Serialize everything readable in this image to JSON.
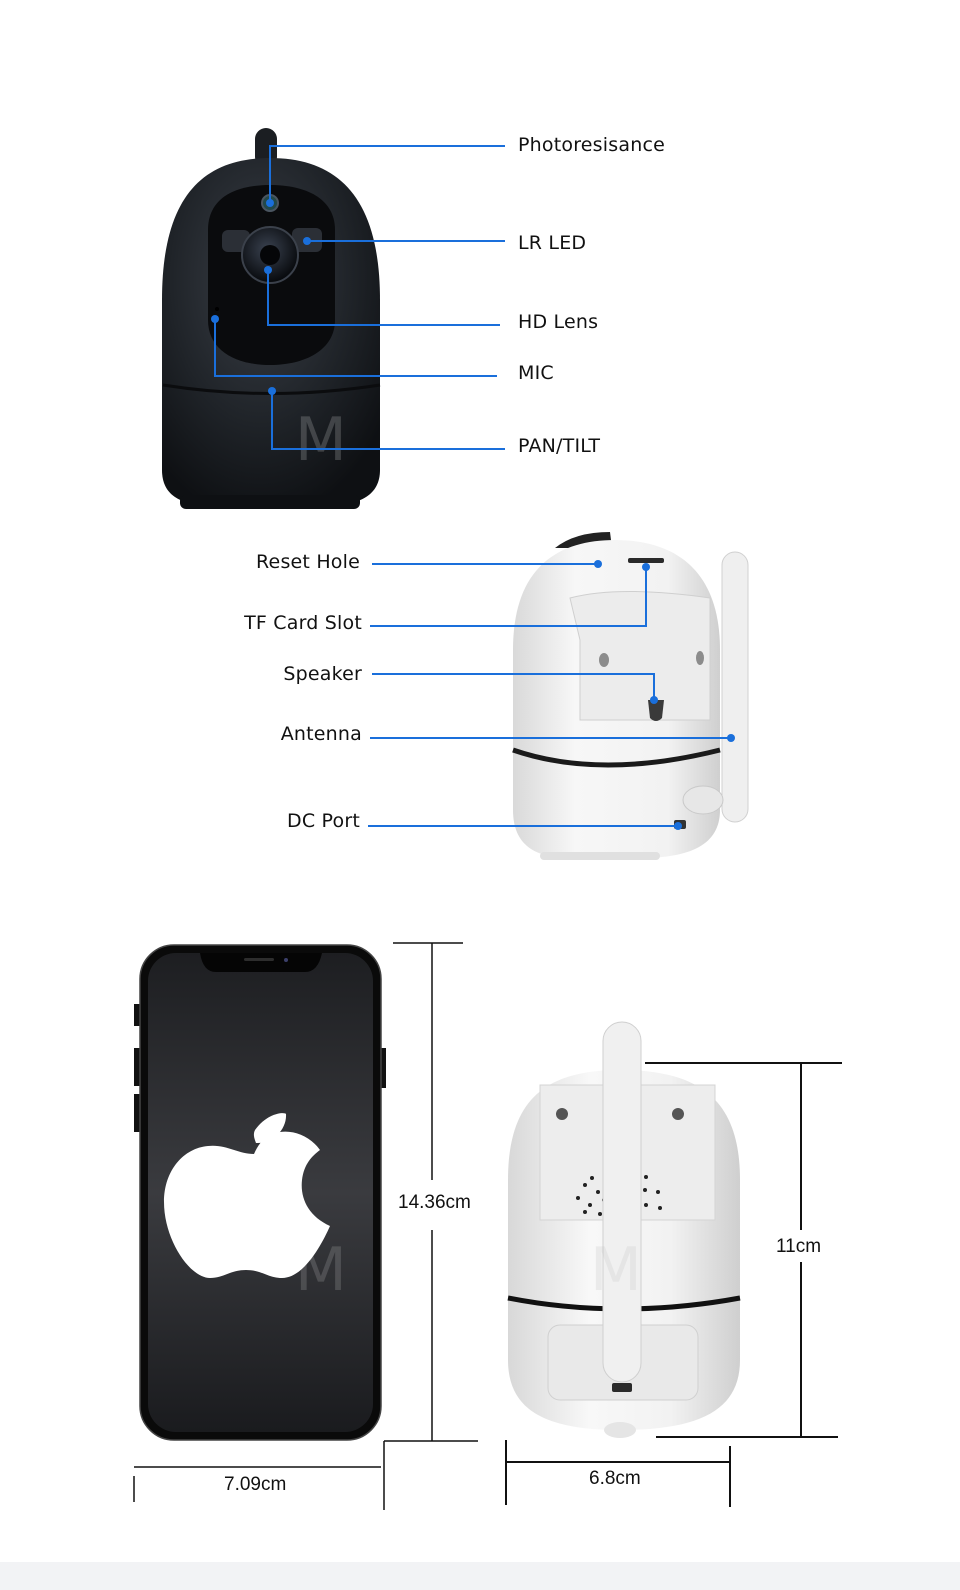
{
  "section_front": {
    "callouts": [
      {
        "id": "photoresistance",
        "label": "Photoresisance"
      },
      {
        "id": "lr-led",
        "label": "LR LED"
      },
      {
        "id": "hd-lens",
        "label": "HD Lens"
      },
      {
        "id": "mic",
        "label": "MIC"
      },
      {
        "id": "pan-tilt",
        "label": "PAN/TILT"
      }
    ]
  },
  "section_side": {
    "callouts": [
      {
        "id": "reset-hole",
        "label": "Reset Hole"
      },
      {
        "id": "tf-card-slot",
        "label": "TF Card Slot"
      },
      {
        "id": "speaker",
        "label": "Speaker"
      },
      {
        "id": "antenna",
        "label": "Antenna"
      },
      {
        "id": "dc-port",
        "label": "DC Port"
      }
    ]
  },
  "section_dimensions": {
    "phone": {
      "height": "14.36cm",
      "width": "7.09cm",
      "logo": "apple-logo-icon"
    },
    "camera": {
      "height": "11cm",
      "width": "6.8cm"
    }
  },
  "colors": {
    "callout_line": "#1a6fdb",
    "camera_black": "#1c1f24",
    "camera_white": "#f1f1f1",
    "phone_screen": "#2a2b2e"
  },
  "watermark": "M"
}
